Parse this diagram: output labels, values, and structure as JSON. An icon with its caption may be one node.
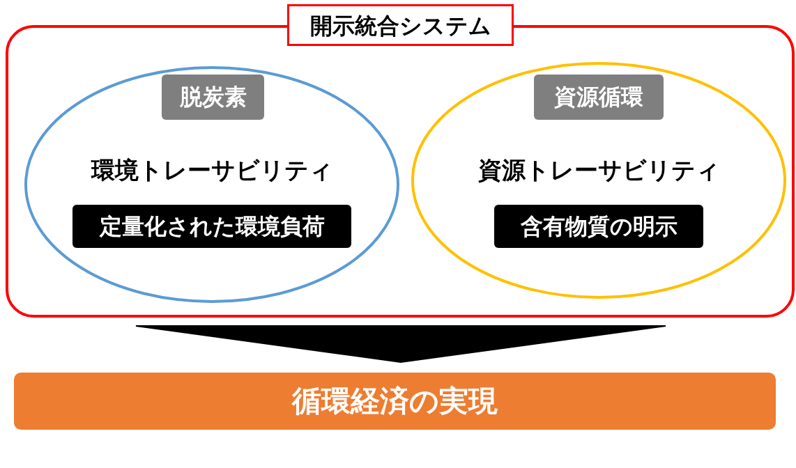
{
  "diagram": {
    "nodes": [
      {
        "text": [
          "開示統合システム"
        ]
      },
      {
        "text": [
          "環境トレーサビリティ"
        ],
        "in": 0
      },
      {
        "text": [
          "脱炭素"
        ],
        "in": 1
      },
      {
        "text": [
          "定量化された環境負荷"
        ],
        "in": 1
      },
      {
        "text": [
          "資源トレーサビリティ"
        ],
        "in": 0
      },
      {
        "text": [
          "資源循環"
        ],
        "in": 4
      },
      {
        "text": [
          "含有物質の明示"
        ],
        "in": 4
      },
      {
        "text": [
          "循環経済の実現"
        ]
      }
    ],
    "edges": [
      {
        "from": 0,
        "to": 7,
        "arrow": "to",
        "style": "thick"
      }
    ]
  }
}
